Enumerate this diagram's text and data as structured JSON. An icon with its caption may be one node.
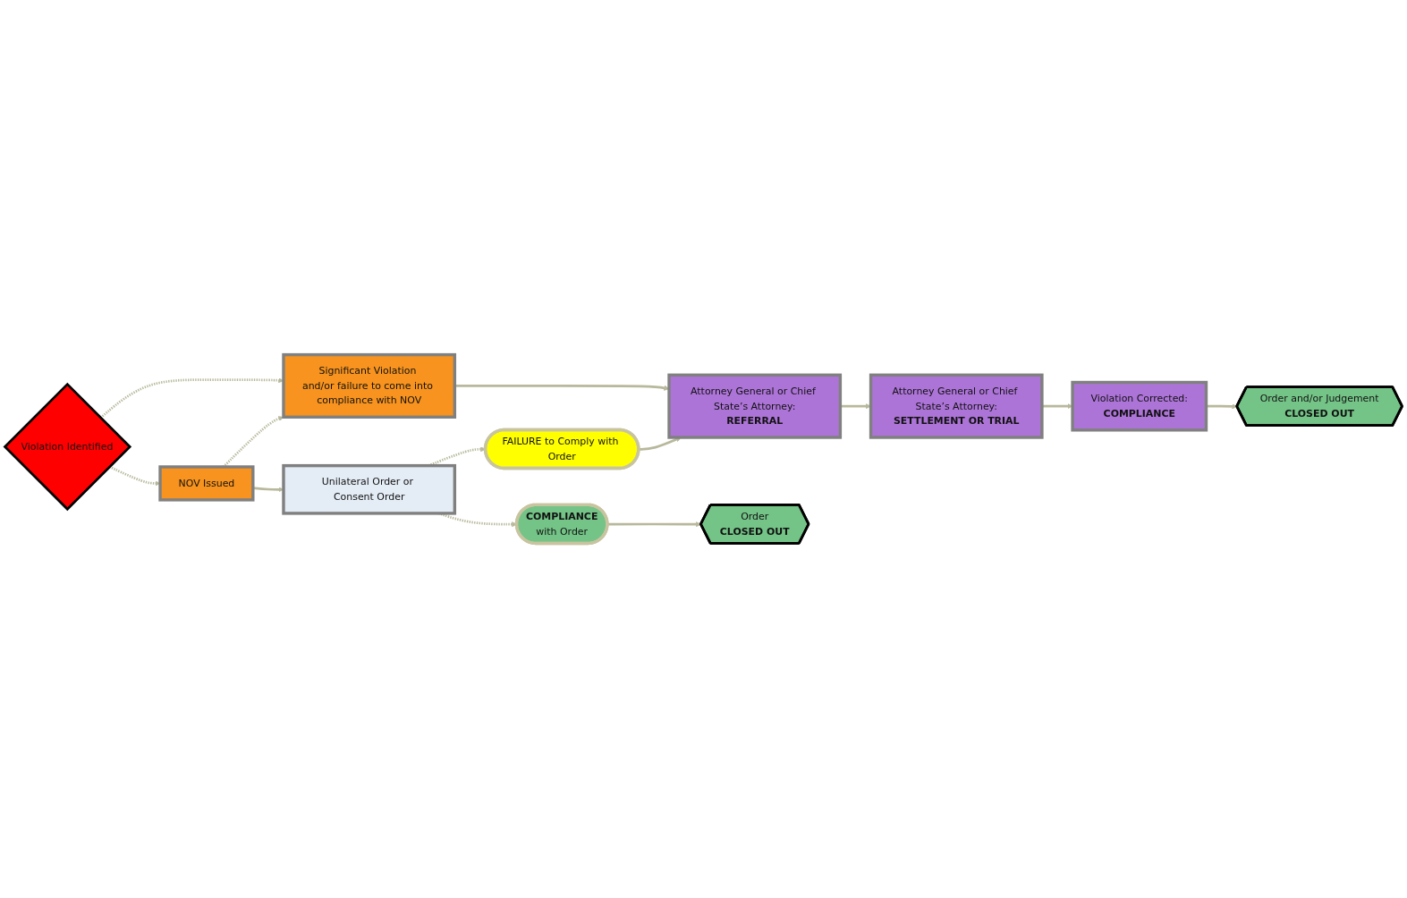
{
  "diagram": {
    "nodes": [
      {
        "text": [
          "Violation Identified"
        ]
      },
      {
        "text": [
          "Significant Violation and/or failure to come into compliance with NOV"
        ]
      },
      {
        "text": [
          "NOV Issued"
        ]
      },
      {
        "text": [
          "Unilateral Order or Consent Order"
        ]
      },
      {
        "text": [
          "FAILURE to Comply with Order"
        ]
      },
      {
        "text": [
          "Attorney General or Chief State’s Attorney:",
          "REFERRAL"
        ]
      },
      {
        "text": [
          "Attorney General or Chief State’s Attorney:",
          "SETTLEMENT OR TRIAL"
        ]
      },
      {
        "text": [
          "Violation Corrected:",
          "COMPLIANCE"
        ]
      },
      {
        "text": [
          "COMPLIANCE",
          "with Order"
        ]
      },
      {
        "text": [
          "Order",
          "CLOSED OUT"
        ]
      },
      {
        "text": [
          "Order and/or Judgement",
          "CLOSED OUT"
        ]
      }
    ],
    "edges": [
      {
        "from": 0,
        "to": 1,
        "arrow": "to",
        "style": "dashed"
      },
      {
        "from": 0,
        "to": 2,
        "arrow": "to",
        "style": "dashed"
      },
      {
        "from": 2,
        "to": 1,
        "arrow": "to",
        "style": "dashed"
      },
      {
        "from": 2,
        "to": 3,
        "arrow": "to"
      },
      {
        "from": 3,
        "to": 4,
        "arrow": "to",
        "style": "dashed"
      },
      {
        "from": 3,
        "to": 8,
        "arrow": "to",
        "style": "dashed"
      },
      {
        "from": 1,
        "to": 5,
        "arrow": "to"
      },
      {
        "from": 4,
        "to": 5,
        "arrow": "to"
      },
      {
        "from": 5,
        "to": 6,
        "arrow": "to"
      },
      {
        "from": 6,
        "to": 7,
        "arrow": "to"
      },
      {
        "from": 7,
        "to": 10,
        "arrow": "to"
      },
      {
        "from": 8,
        "to": 9,
        "arrow": "to"
      }
    ]
  }
}
